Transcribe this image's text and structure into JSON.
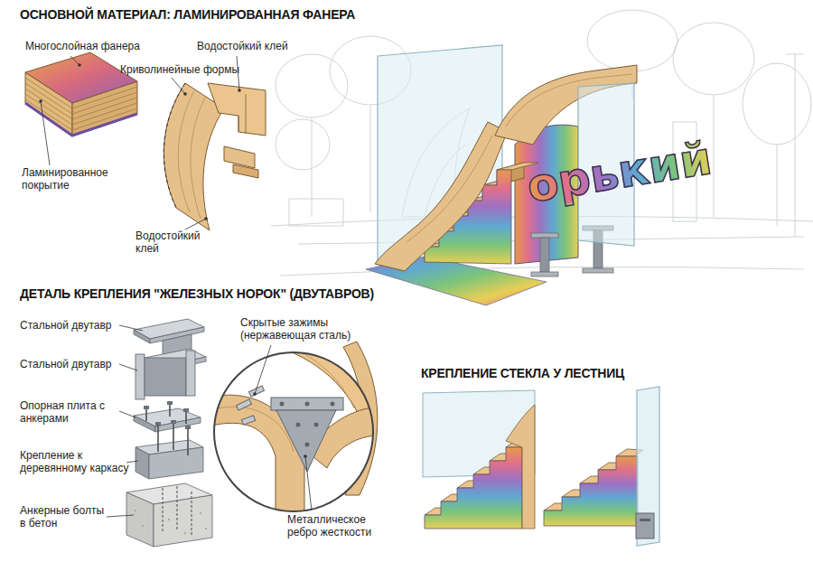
{
  "diagram": {
    "labels": [
      "ОСНОВНОЙ МАТЕРИАЛ: ЛАМИНИРОВАННАЯ ФАНЕРА",
      "Многослойная фанера",
      "Водостойкий клей",
      "Криволинейные формы",
      "Ламинированное покрытие",
      "Водостойкий клей",
      "орький",
      "ДЕТАЛЬ КРЕПЛЕНИЯ \"ЖЕЛЕЗНЫХ НОРОК\" (ДВУТАВРОВ)",
      "Стальной двутавр",
      "Стальной двутавр",
      "Опорная плита с анкерами",
      "Крепление к деревянному каркасу",
      "Анкерные болты в бетон",
      "Скрытые зажимы (нержавеющая сталь)",
      "Металлическое ребро жесткости",
      "КРЕПЛЕНИЕ СТЕКЛА У ЛЕСТНИЦ"
    ]
  }
}
